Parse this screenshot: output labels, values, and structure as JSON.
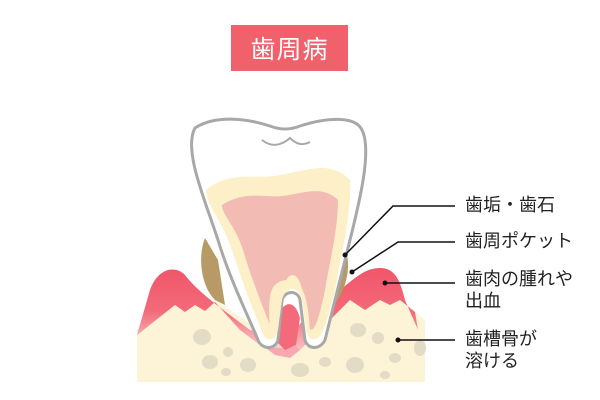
{
  "title": "歯周病",
  "colors": {
    "title_bg": "#f0616b",
    "title_text": "#ffffff",
    "enamel_outline": "#a8a8a8",
    "enamel": "#ffffff",
    "dentin": "#fdf0c8",
    "pulp": "#f2bcb4",
    "tartar": "#b89a66",
    "gum_top": "#f0566a",
    "gum_bottom": "#f7b2b8",
    "bone": "#fdf3d6",
    "bone_spots": "#e2dcc6",
    "leader_line": "#111111"
  },
  "labels": [
    {
      "id": "plaque-tartar",
      "lines": [
        "歯垢・歯石"
      ]
    },
    {
      "id": "periodontal-pocket",
      "lines": [
        "歯周ポケット"
      ]
    },
    {
      "id": "gum-swelling",
      "lines": [
        "歯肉の腫れや",
        "出血"
      ]
    },
    {
      "id": "bone-dissolving",
      "lines": [
        "歯槽骨が",
        "溶ける"
      ]
    }
  ]
}
